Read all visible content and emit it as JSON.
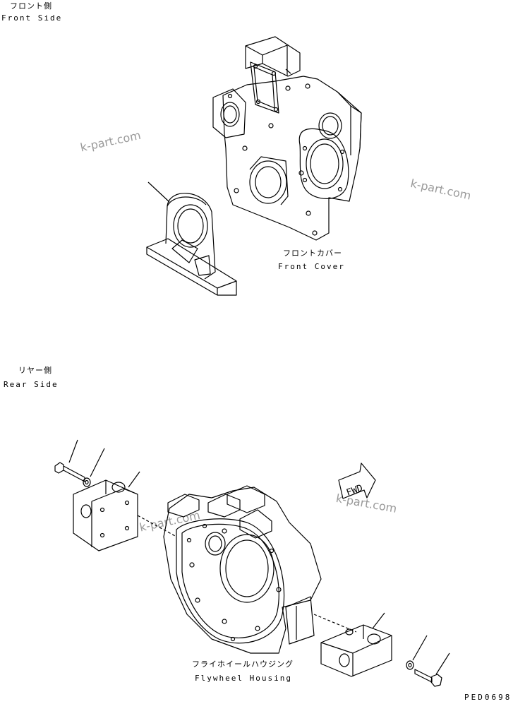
{
  "sections": {
    "front": {
      "jp": "フロント側",
      "en": "Front Side"
    },
    "rear": {
      "jp": "リヤー側",
      "en": "Rear Side"
    }
  },
  "parts": {
    "front_cover": {
      "jp": "フロントカバー",
      "en": "Front Cover"
    },
    "flywheel_housing": {
      "jp": "フライホイールハウジング",
      "en": "Flywheel Housing"
    }
  },
  "fwd_arrow": {
    "label": "FWD"
  },
  "watermark": "k-part.com",
  "figure_code": "PED0698"
}
